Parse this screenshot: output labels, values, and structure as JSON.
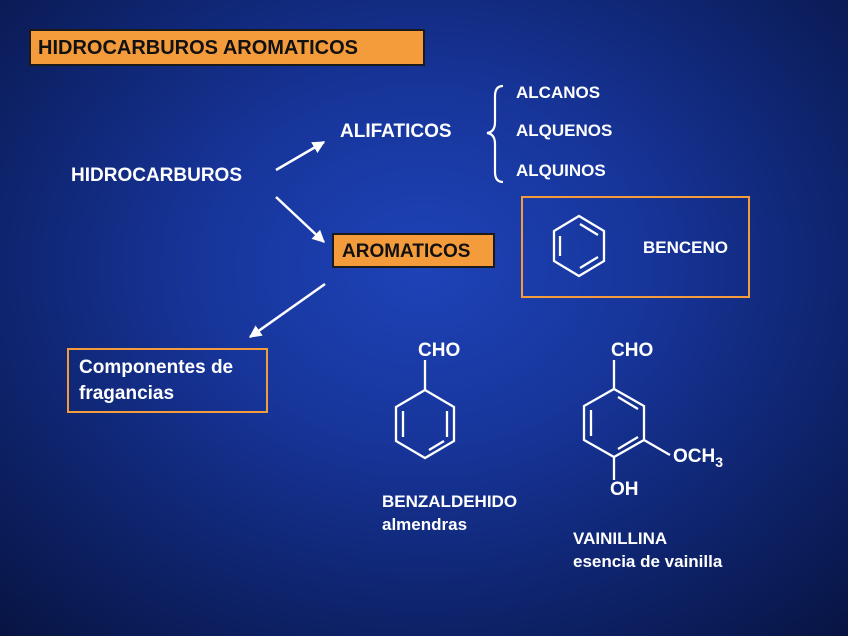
{
  "title": "HIDROCARBUROS AROMATICOS",
  "root": "HIDROCARBUROS",
  "branches": {
    "aliphatic": "ALIFATICOS",
    "aromatic": "AROMATICOS"
  },
  "aliphatic_types": [
    "ALCANOS",
    "ALQUENOS",
    "ALQUINOS"
  ],
  "benzene_label": "BENCENO",
  "fragrance_box": {
    "line1": "Componentes de",
    "line2": "fragancias"
  },
  "benzaldehyde": {
    "group": "CHO",
    "name": "BENZALDEHIDO",
    "source": "almendras"
  },
  "vanillin": {
    "group_top": "CHO",
    "group_methoxy": "OCH",
    "methoxy_sub": "3",
    "group_bottom": "OH",
    "name": "VAINILLINA",
    "source": "esencia de vainilla"
  }
}
